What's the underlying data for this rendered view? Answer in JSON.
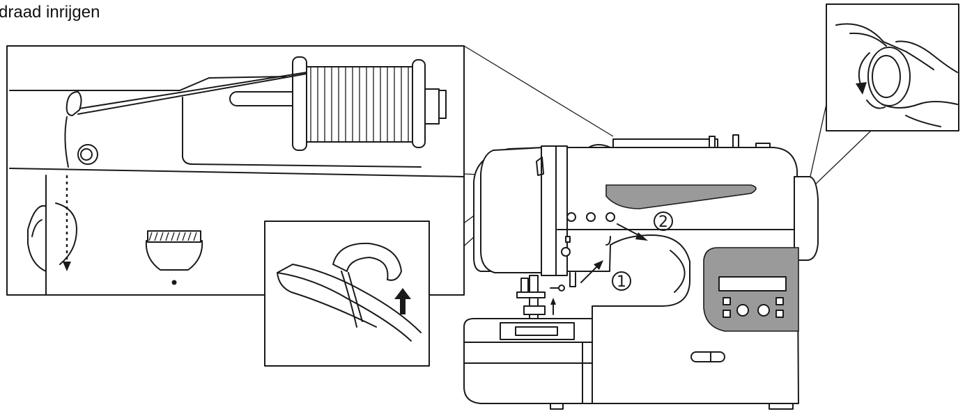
{
  "title": "draad inrijgen",
  "step_markers": {
    "step1": "1",
    "step2": "2"
  },
  "colors": {
    "line": "#1a1a1a",
    "panel_gray": "#9a9a9a",
    "background": "#ffffff"
  }
}
